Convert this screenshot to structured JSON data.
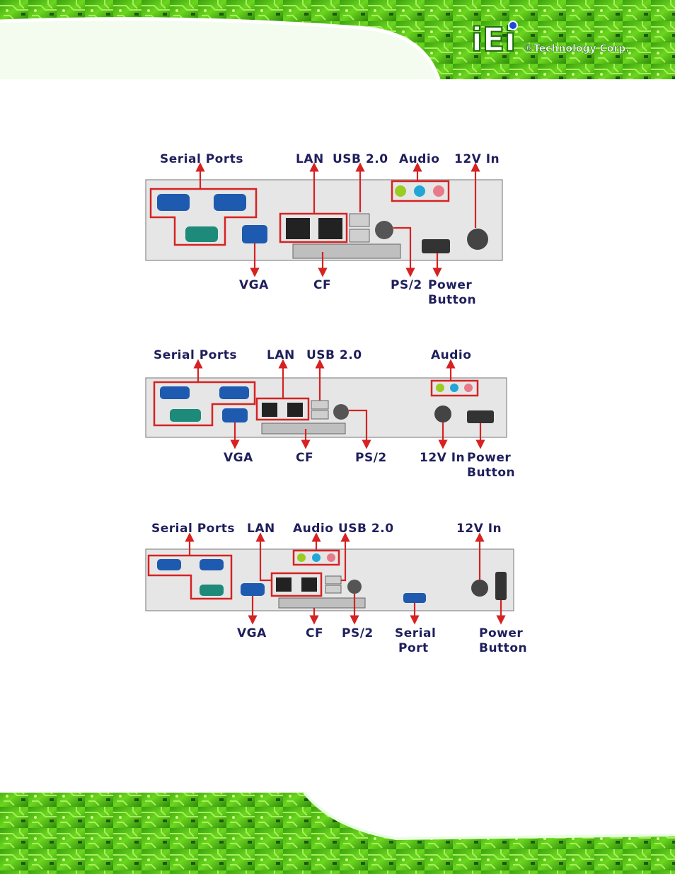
{
  "brand": {
    "logo_text": "iEi",
    "tagline": "®Technology Corp.",
    "accent_green": "#5fcf1a",
    "dark_green": "#1e6e10",
    "label_color": "#1f1f5c",
    "callout_red": "#d62222"
  },
  "diagram1": {
    "serial_ports": "Serial Ports",
    "lan": "LAN",
    "usb": "USB 2.0",
    "audio": "Audio",
    "power_in": "12V In",
    "vga": "VGA",
    "cf": "CF",
    "ps2": "PS/2",
    "power_button_1": "Power",
    "power_button_2": "Button"
  },
  "diagram2": {
    "serial_ports": "Serial Ports",
    "lan": "LAN",
    "usb": "USB 2.0",
    "audio": "Audio",
    "vga": "VGA",
    "cf": "CF",
    "ps2": "PS/2",
    "power_in": "12V In",
    "power_button_1": "Power",
    "power_button_2": "Button"
  },
  "diagram3": {
    "serial_ports": "Serial Ports",
    "lan": "LAN",
    "audio": "Audio",
    "usb": "USB 2.0",
    "power_in": "12V In",
    "vga": "VGA",
    "cf": "CF",
    "ps2": "PS/2",
    "serial_port_1": "Serial",
    "serial_port_2": "Port",
    "power_button_1": "Power",
    "power_button_2": "Button"
  }
}
